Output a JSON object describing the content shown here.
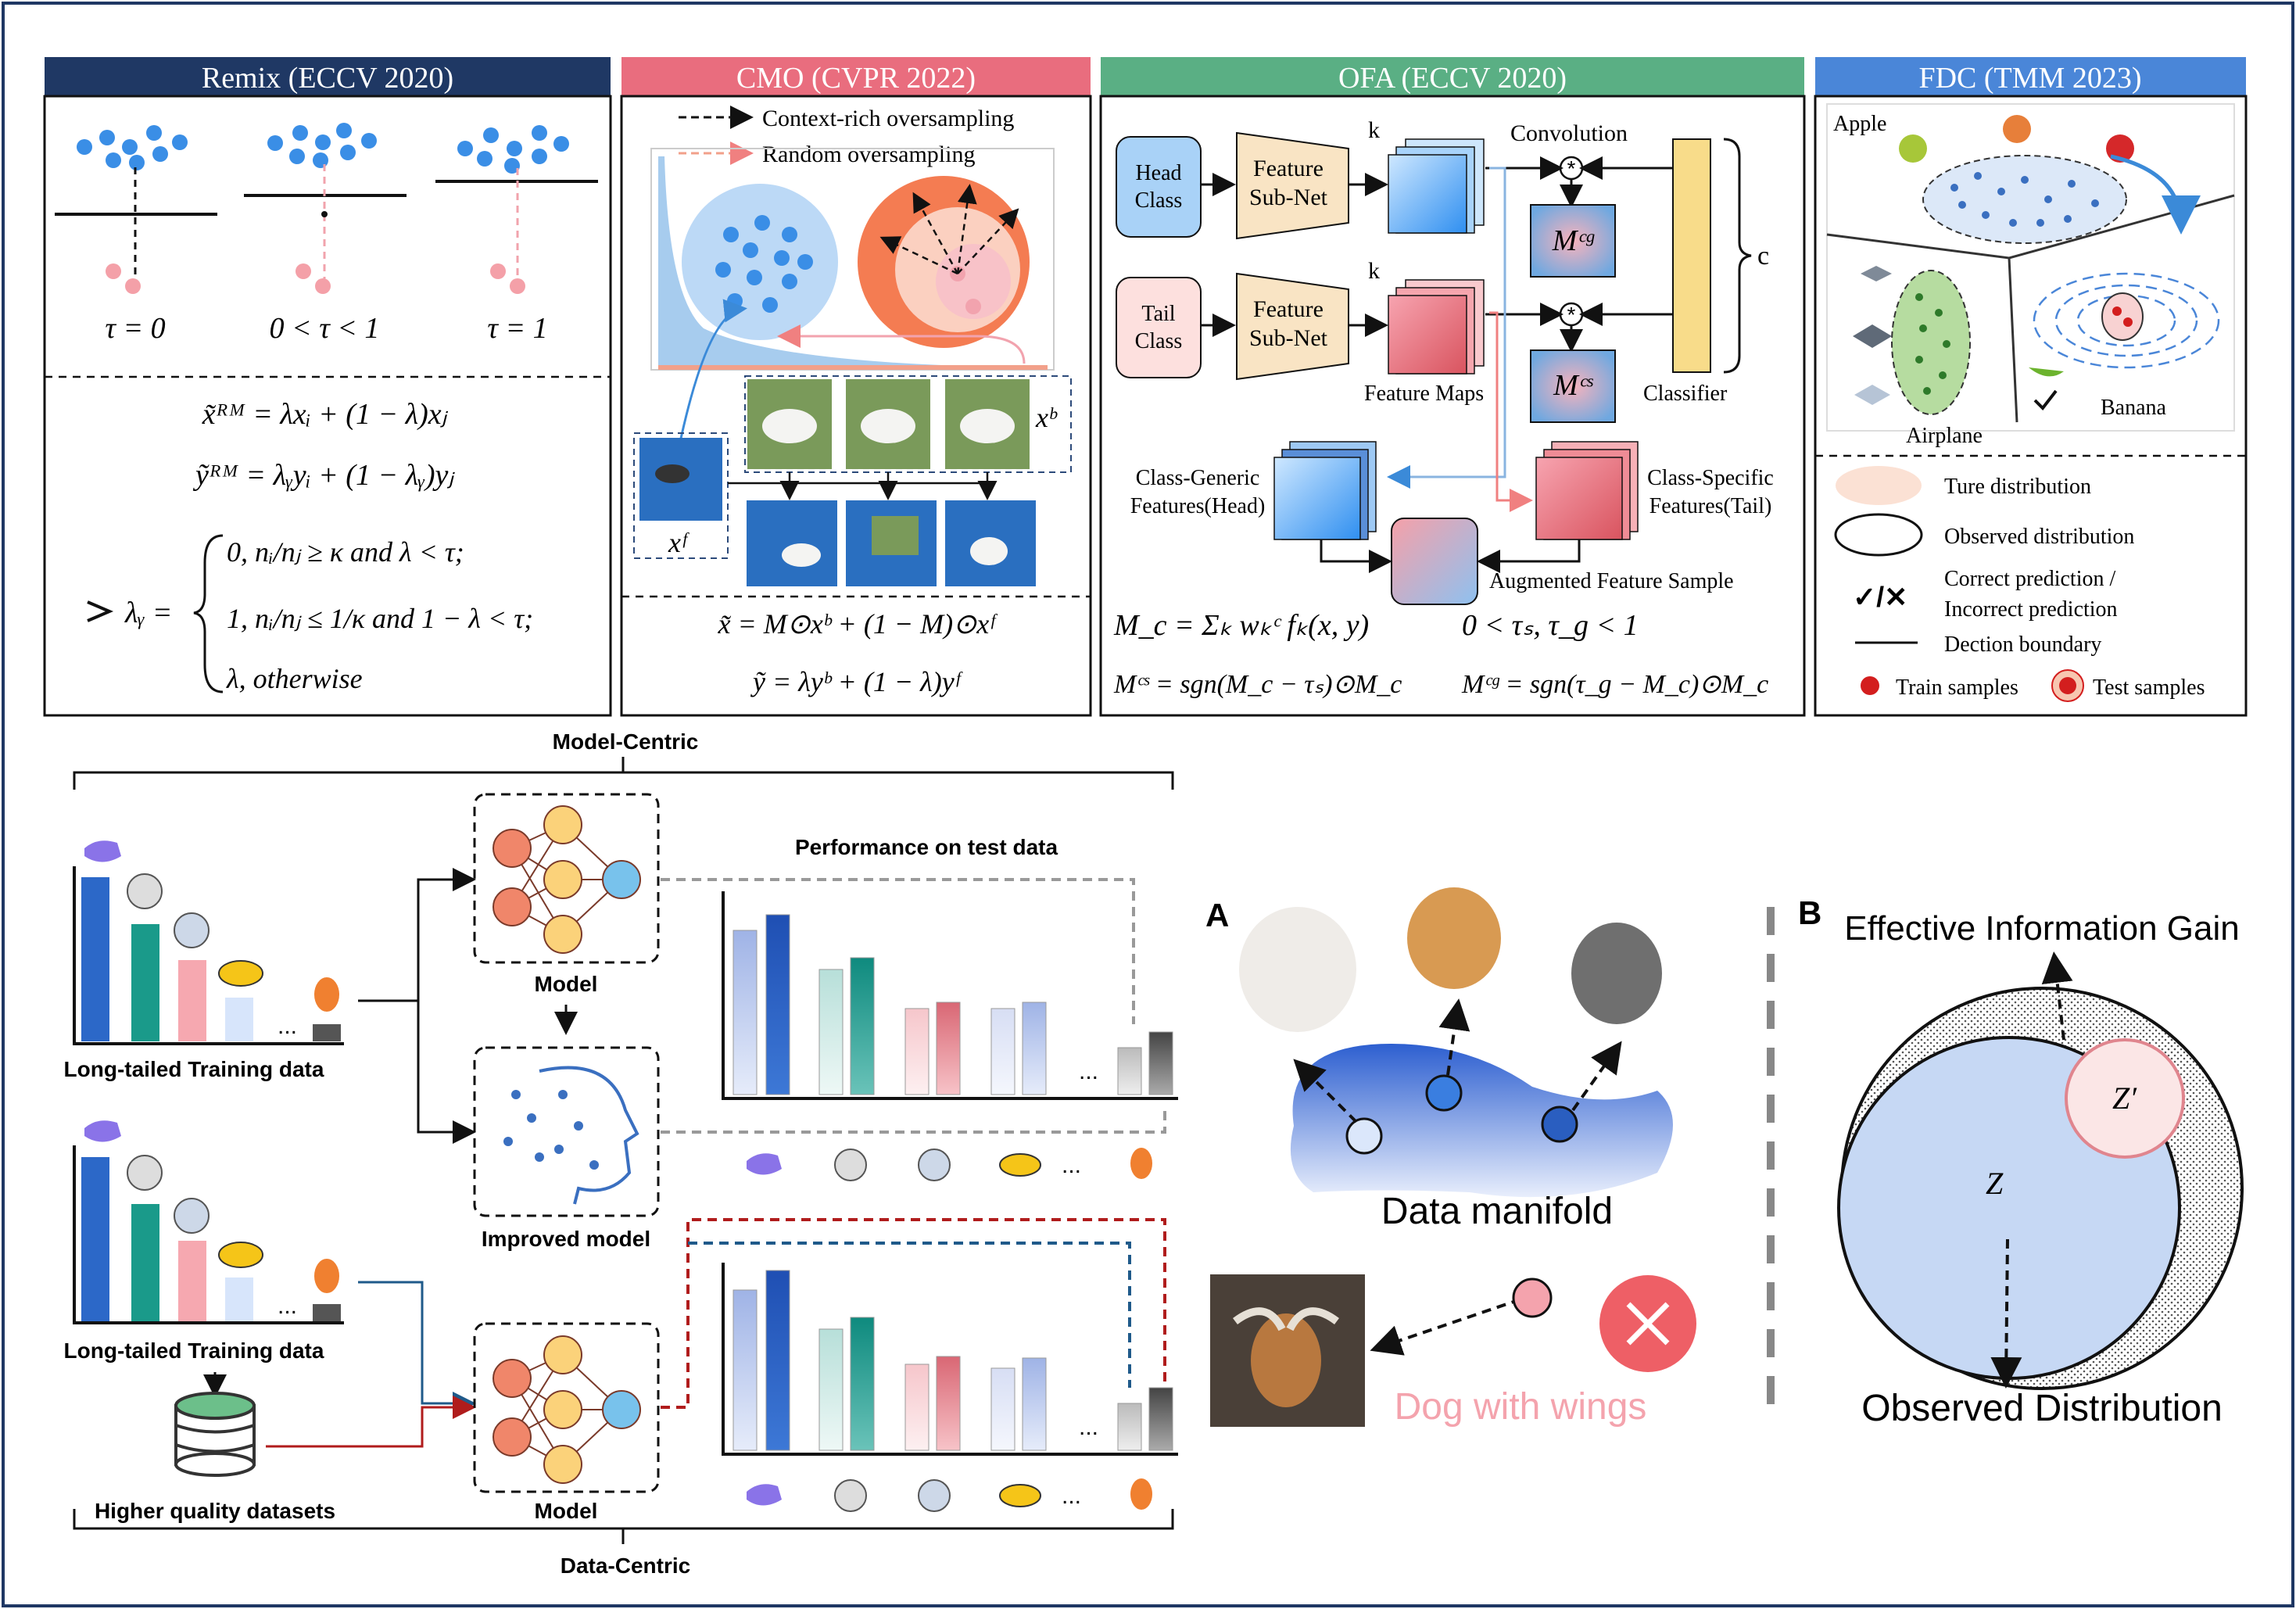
{
  "remix": {
    "title": "Remix (ECCV 2020)",
    "tau": [
      "τ = 0",
      "0 < τ < 1",
      "τ = 1"
    ],
    "eq_x": "x̃ᴿᴹ = λxᵢ + (1 − λ)xⱼ",
    "eq_y": "ỹᴿᴹ = λᵧyᵢ + (1 − λᵧ)yⱼ",
    "lambda": "λᵧ =",
    "case1": "0,     nᵢ/nⱼ ≥ κ and λ < τ;",
    "case2": "1,  nᵢ/nⱼ ≤ 1/κ and 1 − λ < τ;",
    "case3": "λ,                 otherwise"
  },
  "cmo": {
    "title": "CMO (CVPR 2022)",
    "legend_context": "Context-rich oversampling",
    "legend_random": "Random oversampling",
    "xb": "xᵇ",
    "xf": "xᶠ",
    "eq_x": "x̃ = M⊙xᵇ + (1 − M)⊙xᶠ",
    "eq_y": "ỹ = λyᵇ + (1 − λ)yᶠ"
  },
  "ofa": {
    "title": "OFA (ECCV 2020)",
    "head_class": [
      "Head",
      "Class"
    ],
    "tail_class": [
      "Tail",
      "Class"
    ],
    "feature_subnet": [
      "Feature",
      "Sub-Net"
    ],
    "k": "k",
    "convolution": "Convolution",
    "mcg": "Mᶜᵍ",
    "mcs": "Mᶜˢ",
    "c": "c",
    "feature_maps": "Feature Maps",
    "classifier": "Classifier",
    "generic": [
      "Class-Generic",
      "Features(Head)"
    ],
    "specific": [
      "Class-Specific",
      "Features(Tail)"
    ],
    "augmented": "Augmented Feature Sample",
    "eq_mc": "M_c = Σₖ wₖᶜ fₖ(x, y)",
    "eq_tau": "0 < τₛ, τ_g < 1",
    "eq_mcs": "Mᶜˢ = sgn(M_c − τₛ)⊙M_c",
    "eq_mcg": "Mᶜᵍ = sgn(τ_g − M_c)⊙M_c"
  },
  "fdc": {
    "title": "FDC (TMM 2023)",
    "apple": "Apple",
    "airplane": "Airplane",
    "banana": "Banana",
    "legend": [
      "Ture distribution",
      "Observed distribution",
      "Correct prediction /",
      "Incorrect prediction",
      "Dection boundary",
      "Train samples",
      "Test samples"
    ],
    "check_cross": "✓/✕"
  },
  "model_centric": {
    "top_label": "Model-Centric",
    "bottom_label": "Data-Centric",
    "long_tailed_1": "Long-tailed Training data",
    "long_tailed_2": "Long-tailed Training data",
    "higher_quality": "Higher quality datasets",
    "model_1": "Model",
    "improved_model": "Improved model",
    "model_2": "Model",
    "performance": "Performance on test data",
    "ellipsis": "..."
  },
  "panel_a": {
    "label": "A",
    "manifold": "Data manifold",
    "dog_wings": "Dog with wings"
  },
  "panel_b": {
    "label": "B",
    "gain": "Effective Information Gain",
    "observed": "Observed Distribution",
    "z": "Z",
    "z_prime": "Z′"
  },
  "colors": {
    "remix_header": "#1f3864",
    "cmo_header": "#e96d7e",
    "ofa_header": "#5aaf84",
    "fdc_header": "#4a86d8",
    "pink_text": "#f4a3ad"
  }
}
